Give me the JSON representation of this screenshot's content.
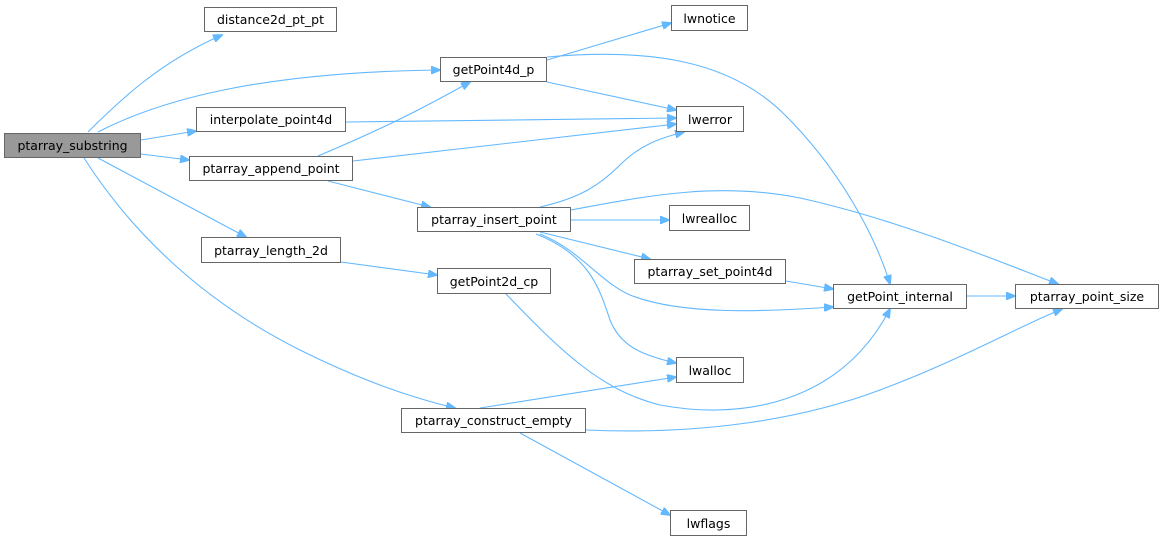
{
  "graph": {
    "root": "ptarray_substring",
    "nodes": {
      "ptarray_substring": "ptarray_substring",
      "distance2d_pt_pt": "distance2d_pt_pt",
      "getPoint4d_p": "getPoint4d_p",
      "interpolate_point4d": "interpolate_point4d",
      "ptarray_append_point": "ptarray_append_point",
      "ptarray_insert_point": "ptarray_insert_point",
      "ptarray_length_2d": "ptarray_length_2d",
      "getPoint2d_cp": "getPoint2d_cp",
      "ptarray_construct_empty": "ptarray_construct_empty",
      "lwnotice": "lwnotice",
      "lwerror": "lwerror",
      "lwrealloc": "lwrealloc",
      "ptarray_set_point4d": "ptarray_set_point4d",
      "getPoint_internal": "getPoint_internal",
      "ptarray_point_size": "ptarray_point_size",
      "lwalloc": "lwalloc",
      "lwflags": "lwflags"
    },
    "edge_color": "#63b8ff",
    "root_fill": "#999999"
  }
}
